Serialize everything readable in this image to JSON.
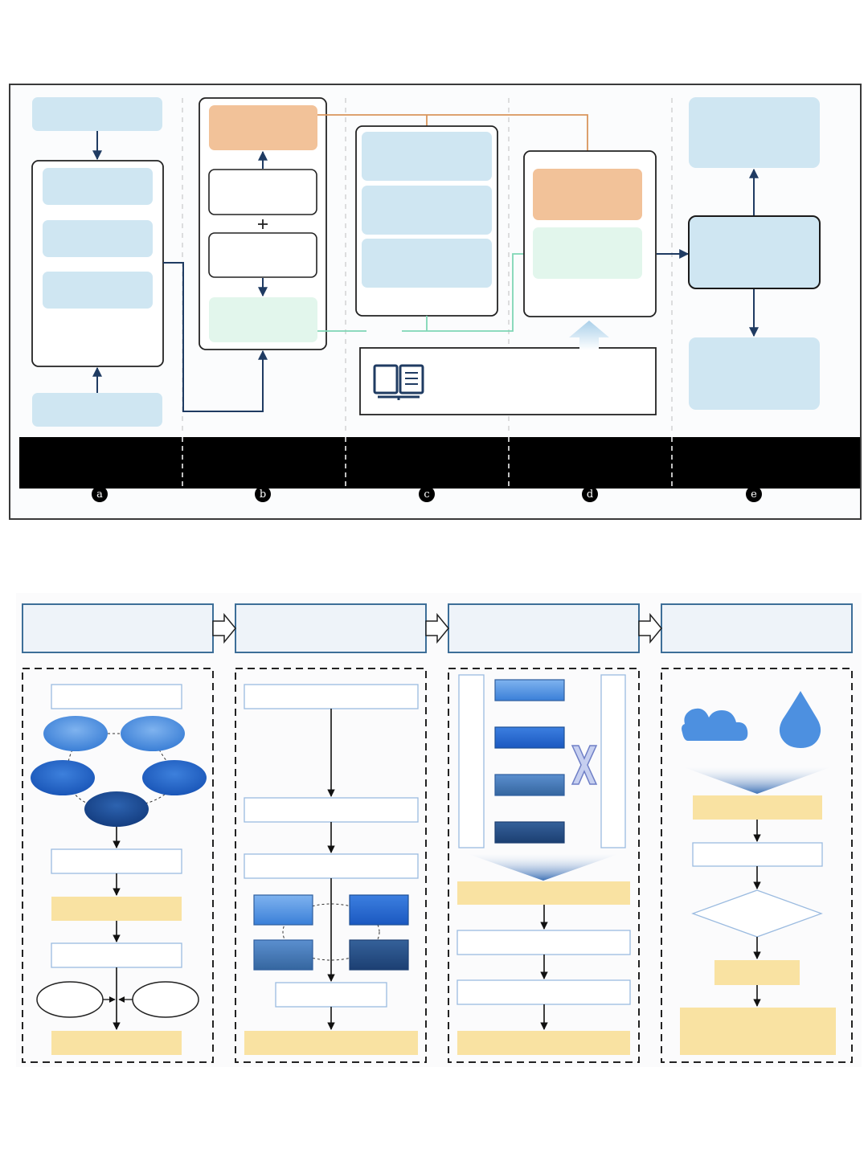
{
  "top_panel": {
    "stages": [
      {
        "label": "a"
      },
      {
        "label": "b"
      },
      {
        "label": "c"
      },
      {
        "label": "d"
      },
      {
        "label": "e"
      }
    ],
    "icons": [
      "book-icon"
    ],
    "colors": {
      "light_blue": "#cfe6f2",
      "orange": "#f2c299",
      "mint": "#e2f6ec",
      "navy": "#1f3b62",
      "orange_line": "#d9955c",
      "green_line": "#7fd6b5",
      "band": "#000000"
    }
  },
  "bottom_panel": {
    "icons": [
      "cloud-icon",
      "water-drop-icon",
      "x-mark-icon"
    ],
    "colors": {
      "header_fill": "#eef3f9",
      "header_border": "#3d6e98",
      "blue_light": "#4d90e0",
      "blue_mid": "#2f6fcf",
      "blue_dark": "#1d4f96",
      "yellow": "#f9e2a2",
      "box_border": "#9bbbe0"
    }
  }
}
